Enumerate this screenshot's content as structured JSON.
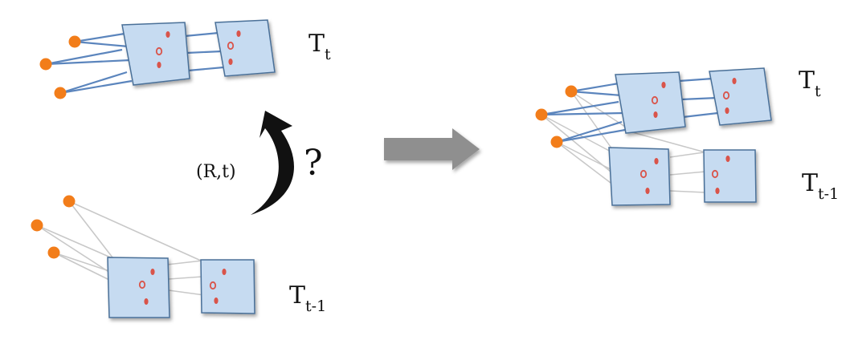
{
  "labels": {
    "tt_main": "T",
    "tt_sub": "t",
    "tt1_main": "T",
    "tt1_sub": "t-1",
    "transform": "(R,t)",
    "question": "?"
  },
  "colors": {
    "camera_center": "#f27d1a",
    "frame_fill": "#c6dbf1",
    "frame_stroke": "#4a6f98",
    "blue_ray": "#5b85bd",
    "gray_ray": "#c8c8c8",
    "feature_point": "#d9544a",
    "curved_arrow": "#111111",
    "block_arrow": "#8f8f8f"
  },
  "icons": {
    "camera_center": "orange-dot-icon",
    "transform_arrow": "curved-arrow-icon",
    "result_arrow": "right-block-arrow-icon"
  }
}
